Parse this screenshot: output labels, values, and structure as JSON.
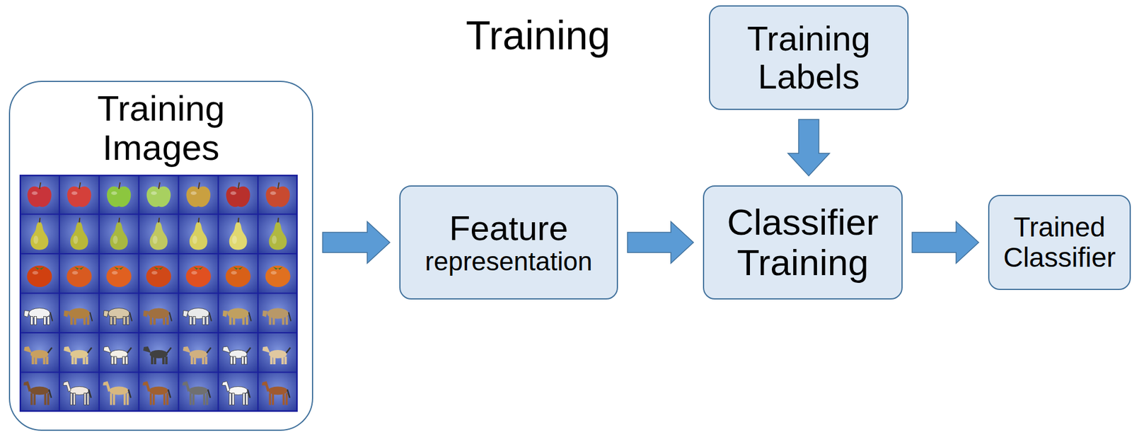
{
  "diagram": {
    "title": "Training",
    "nodes": [
      {
        "text": [
          "Training Images"
        ]
      },
      {
        "text": [
          "Feature",
          "representation"
        ]
      },
      {
        "text": [
          "Training Labels"
        ]
      },
      {
        "text": [
          "Classifier Training"
        ]
      },
      {
        "text": [
          "Trained Classifier"
        ]
      }
    ],
    "edges": [
      {
        "from": 0,
        "to": 1,
        "arrow": "to"
      },
      {
        "from": 1,
        "to": 3,
        "arrow": "to"
      },
      {
        "from": 2,
        "to": 3,
        "arrow": "to"
      },
      {
        "from": 3,
        "to": 4,
        "arrow": "to"
      }
    ]
  }
}
